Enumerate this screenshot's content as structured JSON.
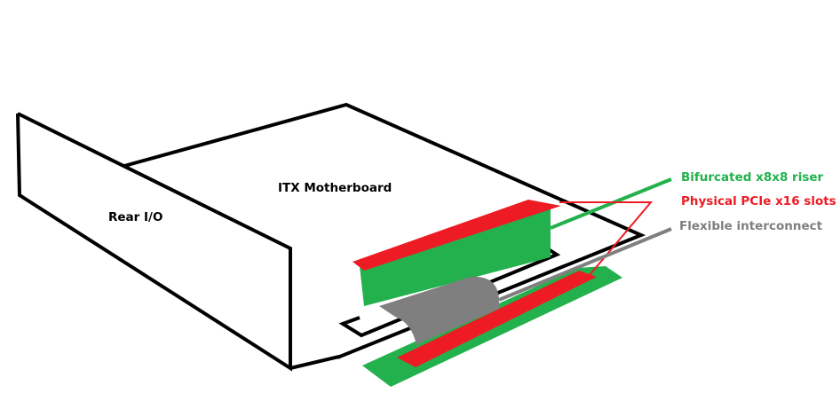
{
  "labels": {
    "motherboard": "ITX Motherboard",
    "rear_io": "Rear I/O",
    "riser": "Bifurcated x8x8 riser",
    "slots": "Physical PCIe x16 slots",
    "interconnect": "Flexible interconnect"
  },
  "colors": {
    "riser": "#22b14c",
    "slots": "#ed1c24",
    "interconnect": "#7f7f7f",
    "outline": "#000000"
  }
}
